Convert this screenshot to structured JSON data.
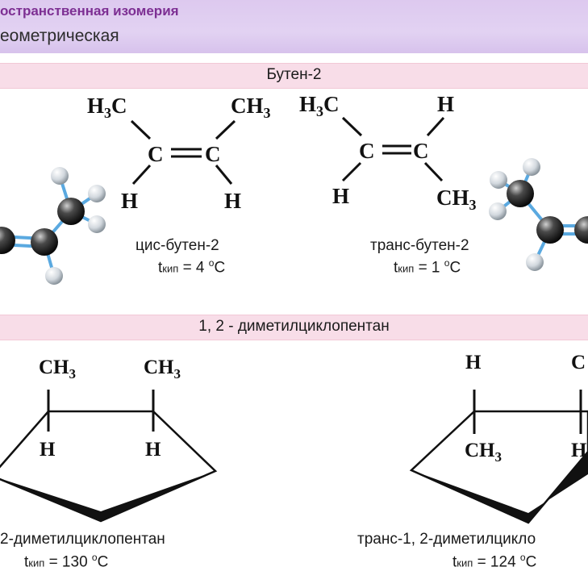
{
  "header": {
    "title": "остранственная изомерия",
    "subtitle": "еометрическая",
    "accent_color": "#7d2f93",
    "background": "#ddc9ef"
  },
  "section1": {
    "label": "Бутен-2",
    "cis": {
      "formula": {
        "tl": "H3C",
        "tr": "CH3",
        "c1": "C",
        "c2": "C",
        "bl": "H",
        "br": "H"
      },
      "name": "цис-бутен-2",
      "t_prefix": "t",
      "t_sub": "кип",
      "t_value": "= 4 ",
      "t_sup": "o",
      "t_unit": "C"
    },
    "trans": {
      "formula": {
        "tl": "H3C",
        "tr": "H",
        "c1": "C",
        "c2": "C",
        "bl": "H",
        "br": "CH3"
      },
      "name": "транс-бутен-2",
      "t_prefix": "t",
      "t_sub": "кип",
      "t_value": "= 1 ",
      "t_sup": "o",
      "t_unit": "C"
    }
  },
  "section2": {
    "label": "1, 2 - диметилциклопентан",
    "cis": {
      "top_left": "CH3",
      "top_right": "CH3",
      "bot_left": "H",
      "bot_right": "H",
      "name": "2-диметилциклопентан",
      "t_prefix": "t",
      "t_sub": "кип",
      "t_value": "= 130 ",
      "t_sup": "o",
      "t_unit": "C"
    },
    "trans": {
      "top_left": "H",
      "top_right": "C",
      "bot_left": "CH3",
      "bot_right": "H",
      "name": "транс-1, 2-диметилцикло",
      "t_prefix": "t",
      "t_sub": "кип",
      "t_value": "= 124 ",
      "t_sup": "o",
      "t_unit": "C"
    }
  }
}
